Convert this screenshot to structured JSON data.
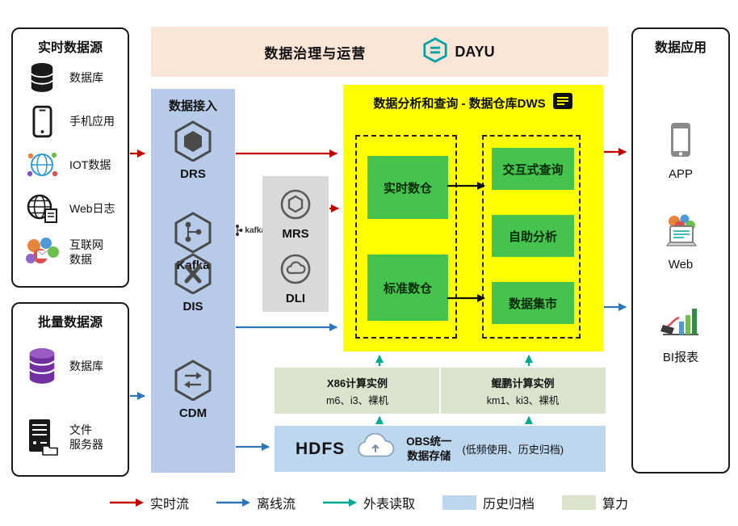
{
  "colors": {
    "realtime_flow": "#C00000",
    "offline_flow": "#2E75B6",
    "external_read": "#00A98F",
    "history_archive": "#BDD7EE",
    "compute_power": "#DCE3CD",
    "dws_background": "#FFFF00",
    "module_green": "#46C24E",
    "governance_background": "#FBE5D6",
    "ingest_background": "#B7CBE8",
    "engines_background": "#D9D9D9"
  },
  "realtime_sources": {
    "title": "实时数据源",
    "items": [
      {
        "icon": "database-icon",
        "label": "数据库"
      },
      {
        "icon": "mobile-app-icon",
        "label": "手机应用"
      },
      {
        "icon": "iot-icon",
        "label": "IOT数据"
      },
      {
        "icon": "web-log-icon",
        "label": "Web日志"
      },
      {
        "icon": "internet-data-icon",
        "label": "互联网\n数据"
      }
    ]
  },
  "batch_sources": {
    "title": "批量数据源",
    "items": [
      {
        "icon": "database-icon",
        "label": "数据库"
      },
      {
        "icon": "file-server-icon",
        "label": "文件\n服务器"
      }
    ]
  },
  "governance": {
    "title": "数据治理与运营",
    "brand": "DAYU"
  },
  "ingestion": {
    "title": "数据接入",
    "items": [
      {
        "name": "DRS"
      },
      {
        "name": "Kafka",
        "mark": "kafka"
      },
      {
        "name": "DIS"
      },
      {
        "name": "CDM"
      }
    ]
  },
  "engines": {
    "items": [
      {
        "name": "MRS"
      },
      {
        "name": "DLI"
      }
    ]
  },
  "dws": {
    "title": "数据分析和查询 - 数据仓库DWS",
    "warehouses": [
      "实时数仓",
      "标准数仓"
    ],
    "services": [
      "交互式查询",
      "自助分析",
      "数据集市"
    ]
  },
  "compute": {
    "x86": {
      "title": "X86计算实例",
      "spec": "m6、i3、裸机"
    },
    "kunpeng": {
      "title": "鲲鹏计算实例",
      "spec": "km1、ki3、裸机"
    }
  },
  "storage": {
    "hdfs": "HDFS",
    "obs": "OBS统一\n数据存储",
    "note": "(低频使用、历史归档)"
  },
  "applications": {
    "title": "数据应用",
    "items": [
      {
        "label": "APP"
      },
      {
        "label": "Web"
      },
      {
        "label": "BI报表"
      }
    ]
  },
  "legend": {
    "realtime": "实时流",
    "offline": "离线流",
    "external": "外表读取",
    "archive": "历史归档",
    "compute": "算力"
  }
}
